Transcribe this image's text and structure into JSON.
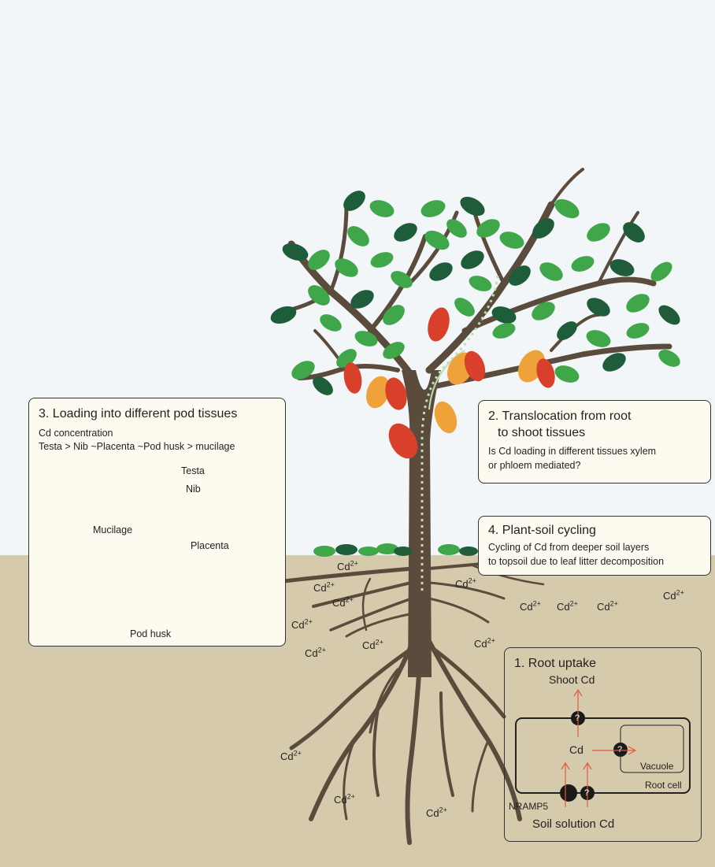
{
  "cd_ion": {
    "base": "Cd",
    "sup": "2+"
  },
  "panels": {
    "pod_loading": {
      "title": "3. Loading into different pod tissues",
      "line1": "Cd concentration",
      "line2": "Testa > Nib ~Placenta ~Pod husk > mucilage",
      "labels": {
        "testa": "Testa",
        "nib": "Nib",
        "mucilage": "Mucilage",
        "placenta": "Placenta",
        "pod_husk": "Pod husk"
      }
    },
    "translocation": {
      "title_line1": "2. Translocation from root",
      "title_line2": "to shoot tissues",
      "text_line1": "Is Cd loading in different tissues xylem",
      "text_line2": "or phloem mediated?"
    },
    "cycling": {
      "title": "4. Plant-soil cycling",
      "text_line1": "Cycling of Cd from deeper soil layers",
      "text_line2": "to topsoil due to leaf litter decomposition"
    },
    "root_uptake": {
      "title": "1. Root uptake",
      "shoot_cd": "Shoot Cd",
      "cd": "Cd",
      "vacuole": "Vacuole",
      "root_cell": "Root cell",
      "nramp5": "NRAMP5",
      "soil_solution_cd": "Soil solution Cd",
      "unknown_transporter": "?"
    }
  },
  "colors": {
    "sky": "#f2f6f8",
    "soil": "#d5cbac",
    "trunk": "#5b4b3c",
    "leaf_dark": "#1e5c3a",
    "leaf_light": "#3fa64a",
    "pod_red": "#d8402b",
    "pod_orange": "#f0a23a",
    "flux_arrow": "#e05a3a",
    "panel_bg": "#fdfbef"
  }
}
